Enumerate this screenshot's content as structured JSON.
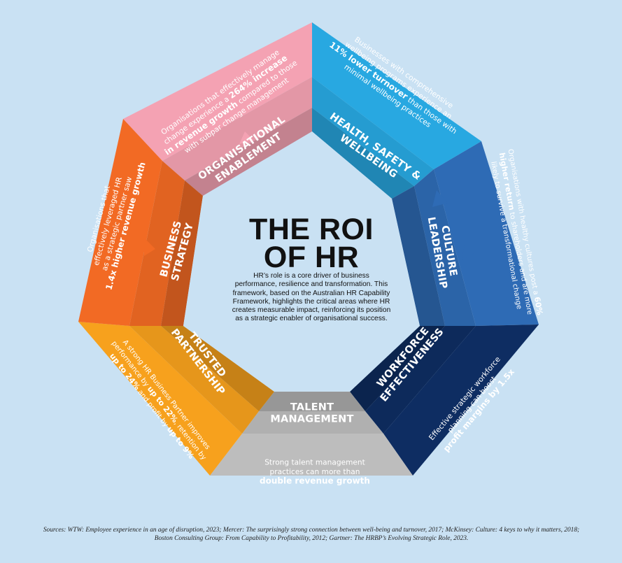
{
  "title_lines": [
    "THE ROI",
    "OF HR"
  ],
  "intro": "HR’s role is a core driver of business performance, resilience and transformation. This framework, based on the Australian HR Capability Framework, highlights the critical areas where HR creates measurable impact, reinforcing its position as a strategic enabler of organisational success.",
  "colors": {
    "background": "#c9e1f3",
    "pink": "#f4a2b3",
    "light_blue": "#28a8e1",
    "mid_blue": "#2e6bb5",
    "navy": "#0e2d62",
    "grey": "#bdbdbd",
    "yellow_orange": "#f7a11d",
    "orange": "#f26a24"
  },
  "segments": [
    {
      "id": "organisational-enablement",
      "heading_lines": [
        "ORGANISATIONAL",
        "ENABLEMENT"
      ],
      "stat_lines": [
        [
          {
            "t": "Organisations that effectively manage"
          }
        ],
        [
          {
            "t": "change experience a "
          },
          {
            "t": "264% increase",
            "b": true
          }
        ],
        [
          {
            "t": "in revenue growth",
            "b": true
          },
          {
            "t": " compared to those"
          }
        ],
        [
          {
            "t": "with subpar change management"
          }
        ]
      ]
    },
    {
      "id": "health-safety-wellbeing",
      "heading_lines": [
        "HEALTH, SAFETY &",
        "WELLBEING"
      ],
      "stat_lines": [
        [
          {
            "t": "Businesses with comprehensive"
          }
        ],
        [
          {
            "t": "wellbeing programs experience an"
          }
        ],
        [
          {
            "t": "11% lower turnover",
            "b": true
          },
          {
            "t": " than those with"
          }
        ],
        [
          {
            "t": "minimal wellbeing practices"
          }
        ]
      ]
    },
    {
      "id": "culture-leadership",
      "heading_lines": [
        "CULTURE",
        "LEADERSHIP"
      ],
      "stat_lines": [
        [
          {
            "t": "Organisations with healthy cultures post a "
          },
          {
            "t": "60%",
            "b": true
          }
        ],
        [
          {
            "t": "higher return",
            "b": true
          },
          {
            "t": " to shareholders and are more"
          }
        ],
        [
          {
            "t": "likely to survive a transformational change"
          }
        ]
      ]
    },
    {
      "id": "workforce-effectiveness",
      "heading_lines": [
        "WORKFORCE",
        "EFFECTIVENESS"
      ],
      "stat_lines": [
        [
          {
            "t": "Effective strategic workforce"
          }
        ],
        [
          {
            "t": "planning can boost"
          }
        ],
        [
          {
            "t": "profit margins by 1.5x",
            "b": true
          }
        ]
      ]
    },
    {
      "id": "talent-management",
      "heading_lines": [
        "TALENT",
        "MANAGEMENT"
      ],
      "stat_lines": [
        [
          {
            "t": "Strong talent management"
          }
        ],
        [
          {
            "t": "practices can more than"
          }
        ],
        [
          {
            "t": "double revenue growth",
            "b": true
          }
        ]
      ]
    },
    {
      "id": "trusted-partnership",
      "heading_lines": [
        "TRUSTED",
        "PARTNERSHIP"
      ],
      "stat_lines": [
        [
          {
            "t": "A strong HR Business Partner improves"
          }
        ],
        [
          {
            "t": "performance by "
          },
          {
            "t": "up to 22%",
            "b": true
          },
          {
            "t": ", retention by"
          }
        ],
        [
          {
            "t": "up to 24%",
            "b": true
          },
          {
            "t": " and profit by "
          },
          {
            "t": "up to 9%",
            "b": true
          }
        ]
      ]
    },
    {
      "id": "business-strategy",
      "heading_lines": [
        "BUSINESS",
        "STRATEGY"
      ],
      "stat_lines": [
        [
          {
            "t": "Organisations that"
          }
        ],
        [
          {
            "t": "effectively leveraged HR"
          }
        ],
        [
          {
            "t": "as a strategic partner saw"
          }
        ],
        [
          {
            "t": "1.4x higher revenue growth",
            "b": true
          }
        ]
      ]
    }
  ],
  "sources": "Sources: WTW: Employee experience in an age of disruption, 2023; Mercer: The surprisingly strong connection between well-being and turnover, 2017; McKinsey: Culture: 4 keys to why it matters, 2018; Boston Consulting Group: From Capability to Profitability, 2012; Gartner: The HRBP’s Evolving Strategic Role, 2023."
}
